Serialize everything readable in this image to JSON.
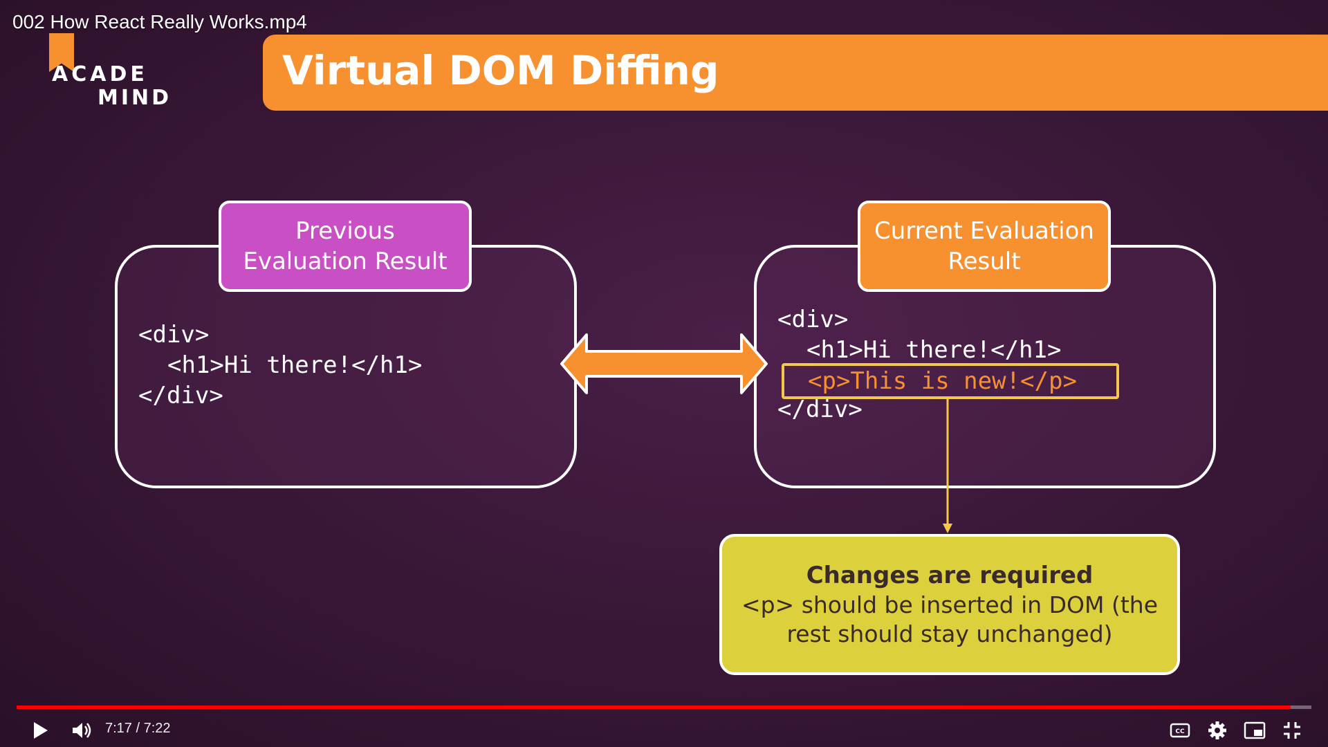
{
  "video": {
    "title": "002 How React Really Works.mp4"
  },
  "logo": {
    "line1": "ACADE",
    "line2": "MIND"
  },
  "slide": {
    "title": "Virtual DOM Diffing",
    "previous_label": "Previous\nEvaluation Result",
    "current_label": "Current Evaluation\nResult",
    "previous_code": [
      "<div>",
      "<h1>Hi there!</h1>",
      "</div>"
    ],
    "current_code": [
      "<div>",
      "<h1>Hi there!</h1>",
      "<p>This is new!</p>",
      "</div>"
    ],
    "changes_title": "Changes are required",
    "changes_text": "<p> should be inserted in DOM (the rest should stay unchanged)"
  },
  "player": {
    "time": "7:17 / 7:22",
    "progress": 0.984,
    "colors": {
      "progress": "#ff0000"
    },
    "icons": [
      "play-icon",
      "volume-icon",
      "captions-icon",
      "settings-icon",
      "miniplayer-icon",
      "exit-fullscreen-icon"
    ]
  }
}
